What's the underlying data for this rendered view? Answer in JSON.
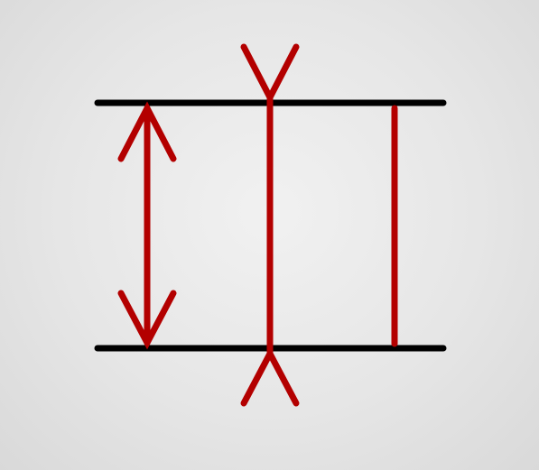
{
  "diagram": {
    "description_labels": [],
    "colors": {
      "background": "#e4e4e4",
      "line": "#000000",
      "marker": "#b30000"
    },
    "elements": [
      "top-line",
      "bottom-line",
      "double-headed-arrow",
      "pinching-arrow-pair",
      "plain-vertical-line"
    ]
  }
}
